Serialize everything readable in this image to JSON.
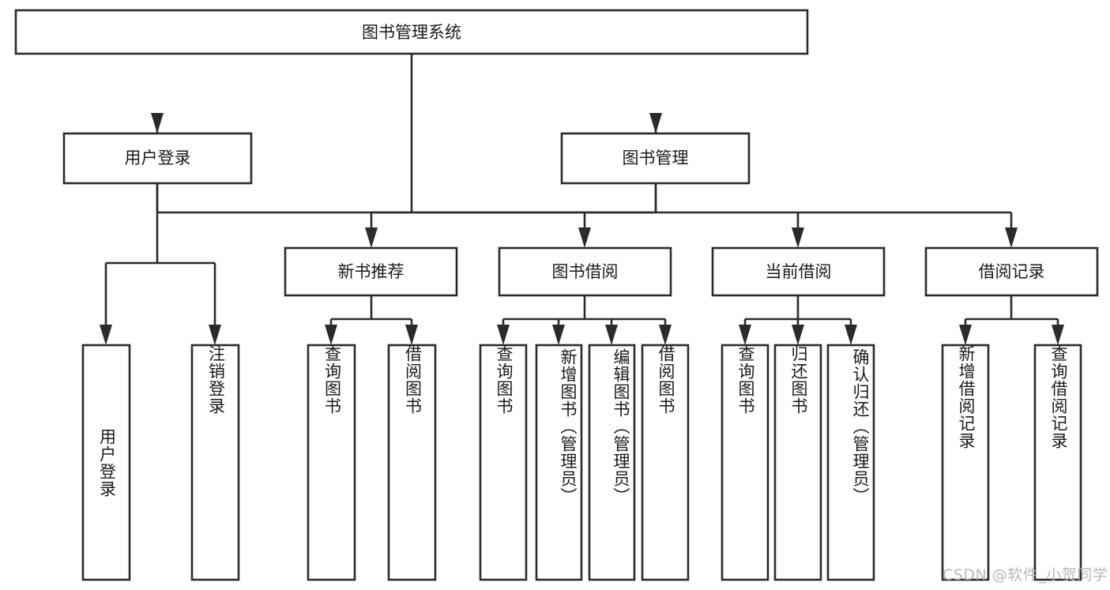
{
  "diagram": {
    "type": "tree",
    "title": "图书管理系统",
    "root": {
      "id": "root",
      "label": "图书管理系统",
      "orientation": "horizontal"
    },
    "level2": [
      {
        "id": "user-login",
        "label": "用户登录",
        "orientation": "horizontal"
      },
      {
        "id": "book-manage",
        "label": "图书管理",
        "orientation": "horizontal"
      }
    ],
    "level3": [
      {
        "id": "new-book-recommend",
        "label": "新书推荐",
        "orientation": "horizontal",
        "parent": "book-manage"
      },
      {
        "id": "book-borrow",
        "label": "图书借阅",
        "orientation": "horizontal",
        "parent": "book-manage"
      },
      {
        "id": "current-borrow",
        "label": "当前借阅",
        "orientation": "horizontal",
        "parent": "book-manage"
      },
      {
        "id": "borrow-record",
        "label": "借阅记录",
        "orientation": "horizontal",
        "parent": "book-manage"
      }
    ],
    "leaves": [
      {
        "id": "leaf-user-login",
        "label": "用户登录",
        "parent": "user-login",
        "orientation": "vertical",
        "align": "center"
      },
      {
        "id": "leaf-user-logout",
        "label": "注销登录",
        "parent": "user-login",
        "orientation": "vertical",
        "align": "center"
      },
      {
        "id": "leaf-query-book-1",
        "label": "查询图书",
        "parent": "new-book-recommend",
        "orientation": "vertical",
        "align": "center"
      },
      {
        "id": "leaf-borrow-book-1",
        "label": "借阅图书",
        "parent": "new-book-recommend",
        "orientation": "vertical",
        "align": "center"
      },
      {
        "id": "leaf-query-book-2",
        "label": "查询图书",
        "parent": "book-borrow",
        "orientation": "vertical",
        "align": "center"
      },
      {
        "id": "leaf-add-book-admin",
        "label": "新增图书（管理员）",
        "parent": "book-borrow",
        "orientation": "vertical",
        "align": "top"
      },
      {
        "id": "leaf-edit-book-admin",
        "label": "编辑图书（管理员）",
        "parent": "book-borrow",
        "orientation": "vertical",
        "align": "top"
      },
      {
        "id": "leaf-borrow-book-2",
        "label": "借阅图书",
        "parent": "book-borrow",
        "orientation": "vertical",
        "align": "center"
      },
      {
        "id": "leaf-query-book-3",
        "label": "查询图书",
        "parent": "current-borrow",
        "orientation": "vertical",
        "align": "center"
      },
      {
        "id": "leaf-return-book",
        "label": "归还图书",
        "parent": "current-borrow",
        "orientation": "vertical",
        "align": "center"
      },
      {
        "id": "leaf-confirm-return-admin",
        "label": "确认归还（管理员）",
        "parent": "current-borrow",
        "orientation": "vertical",
        "align": "top"
      },
      {
        "id": "leaf-add-borrow-record",
        "label": "新增借阅记录",
        "parent": "borrow-record",
        "orientation": "vertical",
        "align": "center"
      },
      {
        "id": "leaf-query-borrow-record",
        "label": "查询借阅记录",
        "parent": "borrow-record",
        "orientation": "vertical",
        "align": "center"
      }
    ],
    "watermark": "CSDN @软件_小贺同学",
    "colors": {
      "stroke": "#2b2b2b",
      "fill": "#ffffff",
      "text": "#1a1a1a",
      "watermark": "#b9b9b9",
      "background": "#ffffff"
    }
  }
}
